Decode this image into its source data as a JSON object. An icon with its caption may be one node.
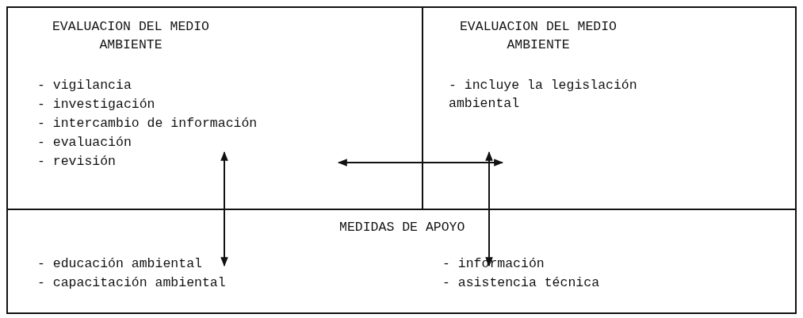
{
  "diagram": {
    "nodes": [
      {
        "text": [
          "EVALUACION DEL MEDIO AMBIENTE",
          "- vigilancia",
          "- investigación",
          "- intercambio de información",
          "- evaluación",
          "- revisión"
        ]
      },
      {
        "text": [
          "EVALUACION DEL MEDIO AMBIENTE",
          "- incluye la legislación ambiental"
        ]
      },
      {
        "text": [
          "MEDIDAS DE APOYO",
          "- educación ambiental",
          "- capacitación ambiental",
          "- información",
          "- asistencia técnica"
        ]
      }
    ],
    "edges": [
      {
        "from": 0,
        "to": 1,
        "arrow": "both"
      },
      {
        "from": 0,
        "to": 2,
        "arrow": "both"
      },
      {
        "from": 1,
        "to": 2,
        "arrow": "both"
      }
    ]
  }
}
